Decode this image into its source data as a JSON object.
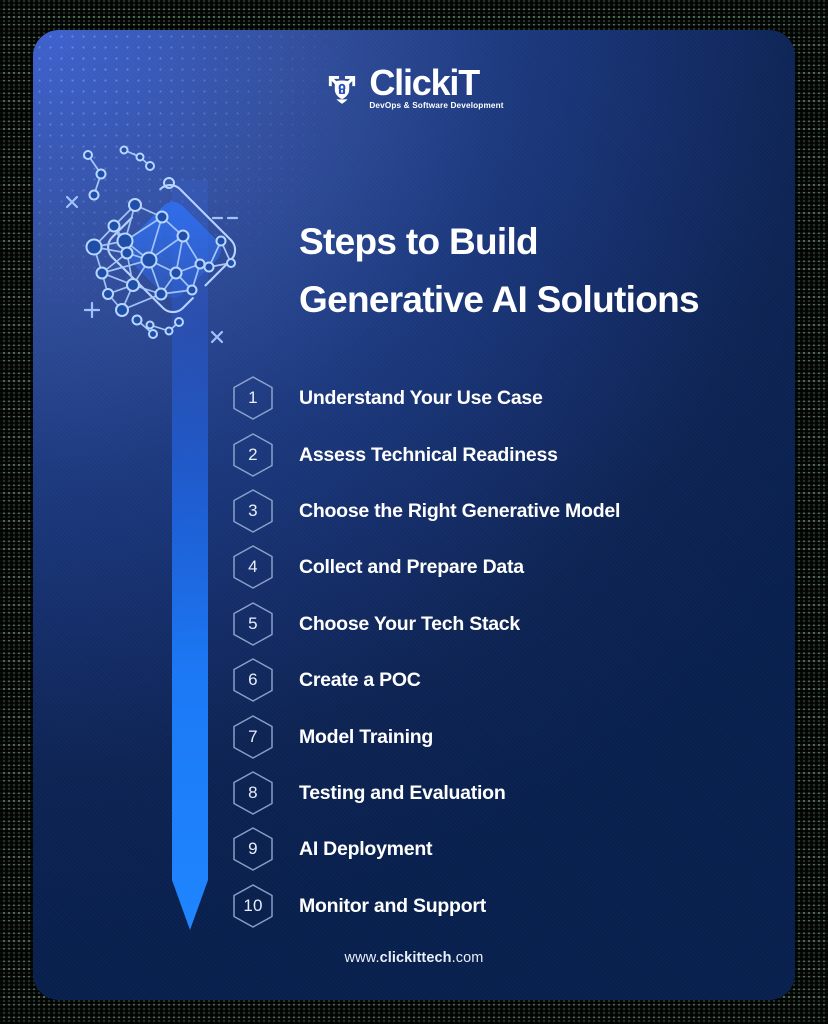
{
  "brand": {
    "logo_icon": "shield-lock-arrows-icon",
    "name": "ClickiT",
    "tagline": "DevOps & Software Development"
  },
  "heading": {
    "line1": "Steps to Build",
    "line2": "Generative AI Solutions"
  },
  "artwork": {
    "icon": "neural-network-diamond-icon",
    "rail_icon": "down-arrow-rail-icon"
  },
  "steps": [
    {
      "number": "1",
      "label": "Understand Your Use Case"
    },
    {
      "number": "2",
      "label": "Assess Technical Readiness"
    },
    {
      "number": "3",
      "label": "Choose the Right Generative Model"
    },
    {
      "number": "4",
      "label": "Collect and Prepare Data"
    },
    {
      "number": "5",
      "label": "Choose Your Tech Stack"
    },
    {
      "number": "6",
      "label": "Create a POC"
    },
    {
      "number": "7",
      "label": "Model Training"
    },
    {
      "number": "8",
      "label": "Testing and Evaluation"
    },
    {
      "number": "9",
      "label": "AI Deployment"
    },
    {
      "number": "10",
      "label": "Monitor and Support"
    }
  ],
  "footer": {
    "prefix": "www.",
    "domain": "clickittech",
    "suffix": ".com"
  },
  "colors": {
    "card_top_left": "#3e62cf",
    "card_mid": "#1d3a80",
    "card_bottom": "#08204e",
    "accent_arrow": "#1f7ffb",
    "text": "#ffffff",
    "badge_outline": "#9fb4da"
  }
}
